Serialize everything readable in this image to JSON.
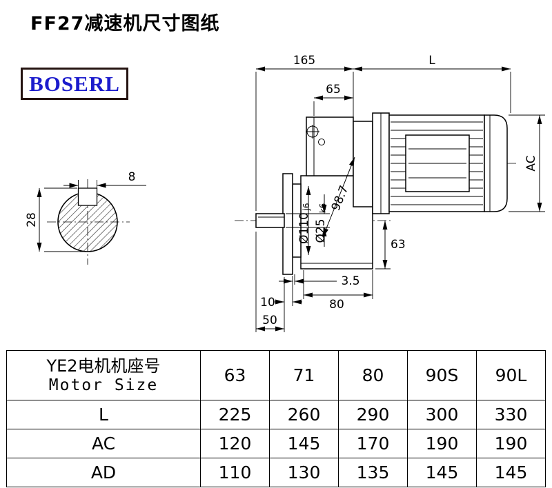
{
  "title": "FF27减速机尺寸图纸",
  "logo": {
    "text": "BOSERL"
  },
  "drawing": {
    "dim_165": "165",
    "dim_L": "L",
    "dim_65": "65",
    "dim_AC": "AC",
    "dim_8": "8",
    "dim_28": "28",
    "dim_d110": "Ø110",
    "dim_d110_tol": "j6",
    "dim_d25": "Ø25",
    "dim_d25_tol": "k6",
    "dim_98_7": "98.7",
    "dim_63": "63",
    "dim_3_5": "3.5",
    "dim_10": "10",
    "dim_50": "50",
    "dim_80": "80"
  },
  "table": {
    "motor_size_label_cn": "YE2电机机座号",
    "motor_size_label_en": "Motor Size",
    "sizes": [
      "63",
      "71",
      "80",
      "90S",
      "90L"
    ],
    "rows": [
      {
        "label": "L",
        "values": [
          "225",
          "260",
          "290",
          "300",
          "330"
        ]
      },
      {
        "label": "AC",
        "values": [
          "120",
          "145",
          "170",
          "190",
          "190"
        ]
      },
      {
        "label": "AD",
        "values": [
          "110",
          "130",
          "135",
          "145",
          "145"
        ]
      }
    ]
  }
}
